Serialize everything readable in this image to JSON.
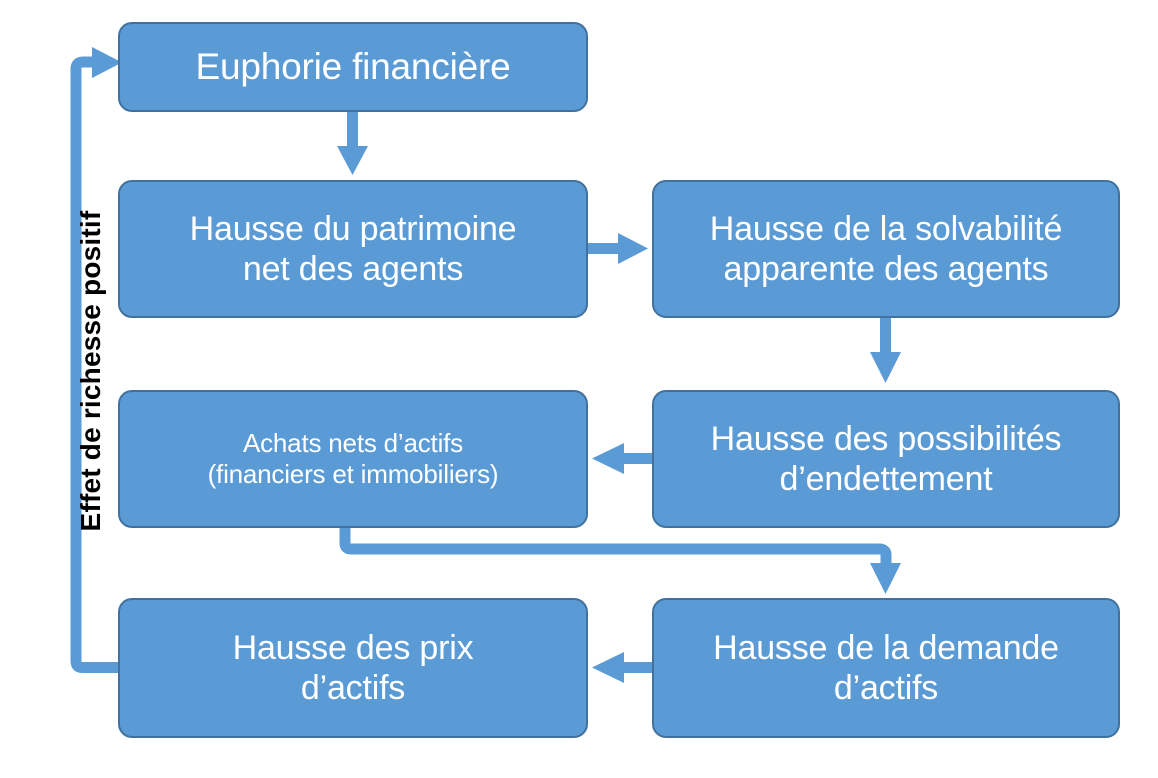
{
  "diagram": {
    "title": "Effet de richesse positif",
    "axis_label": "Effet de richesse positif",
    "colors": {
      "node_fill": "#5B9BD5",
      "node_border": "#41719C",
      "node_text": "#FFFFFF",
      "connector": "#5B9BD5",
      "background": "#FFFFFF",
      "axis_text": "#000000"
    },
    "nodes": [
      {
        "id": "euphorie",
        "label": "Euphorie financière",
        "row": 1,
        "column": "left"
      },
      {
        "id": "patrimoine",
        "label": "Hausse du patrimoine\nnet des agents",
        "row": 2,
        "column": "left"
      },
      {
        "id": "solvabilite",
        "label": "Hausse de la solvabilité\napparente des agents",
        "row": 2,
        "column": "right"
      },
      {
        "id": "achats",
        "label": "Achats nets d’actifs\n(financiers et immobiliers)",
        "row": 3,
        "column": "left"
      },
      {
        "id": "endettement",
        "label": "Hausse des possibilités\nd’endettement",
        "row": 3,
        "column": "right"
      },
      {
        "id": "prix",
        "label": "Hausse des prix\nd’actifs",
        "row": 4,
        "column": "left"
      },
      {
        "id": "demande",
        "label": "Hausse de la demande\nd’actifs",
        "row": 4,
        "column": "right"
      }
    ],
    "edges": [
      {
        "id": "euphorie-to-patrimoine",
        "from": "euphorie",
        "to": "patrimoine",
        "direction": "down"
      },
      {
        "id": "patrimoine-to-solvabilite",
        "from": "patrimoine",
        "to": "solvabilite",
        "direction": "right"
      },
      {
        "id": "solvabilite-to-endettement",
        "from": "solvabilite",
        "to": "endettement",
        "direction": "down"
      },
      {
        "id": "endettement-to-achats",
        "from": "endettement",
        "to": "achats",
        "direction": "left"
      },
      {
        "id": "achats-to-demande",
        "from": "achats",
        "to": "demande",
        "direction": "elbow-down-right"
      },
      {
        "id": "demande-to-prix",
        "from": "demande",
        "to": "prix",
        "direction": "left"
      },
      {
        "id": "prix-to-euphorie",
        "from": "prix",
        "to": "euphorie",
        "direction": "feedback-loop-left"
      }
    ]
  }
}
